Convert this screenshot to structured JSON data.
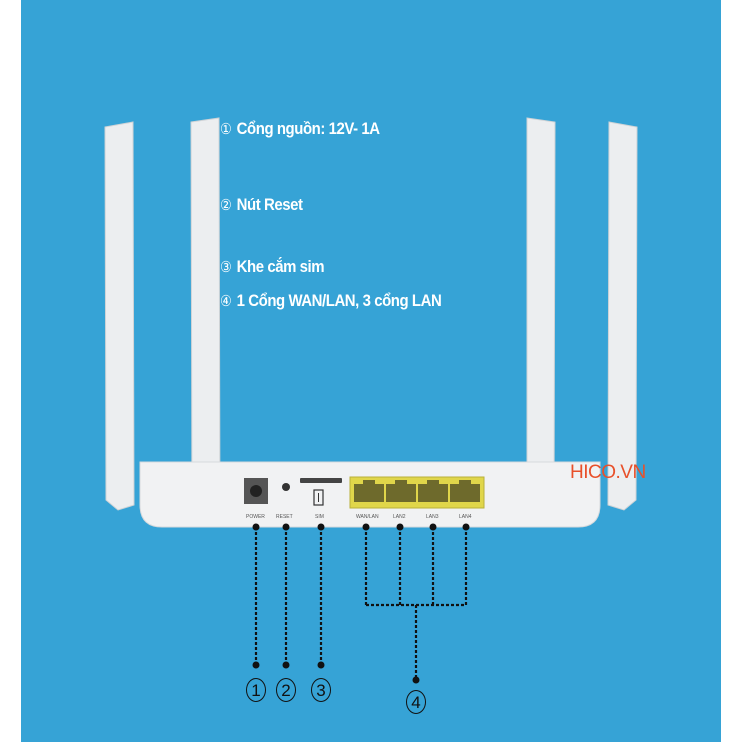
{
  "features": [
    {
      "num": "①",
      "text": "Cổng nguồn: 12V- 1A"
    },
    {
      "num": "②",
      "text": "Nút Reset"
    },
    {
      "num": "③",
      "text": "Khe cắm sim"
    },
    {
      "num": "④",
      "text": "1 Cổng WAN/LAN, 3 cổng LAN"
    }
  ],
  "port_labels": [
    "POWER",
    "RESET",
    "SIM",
    "WAN/LAN",
    "LAN2",
    "LAN3",
    "LAN4"
  ],
  "callouts": [
    "1",
    "2",
    "3",
    "4"
  ],
  "logo": "HICO.VN",
  "colors": {
    "background": "#36a3d6",
    "lan_block": "#e0d64a",
    "logo": "#e8502a"
  }
}
